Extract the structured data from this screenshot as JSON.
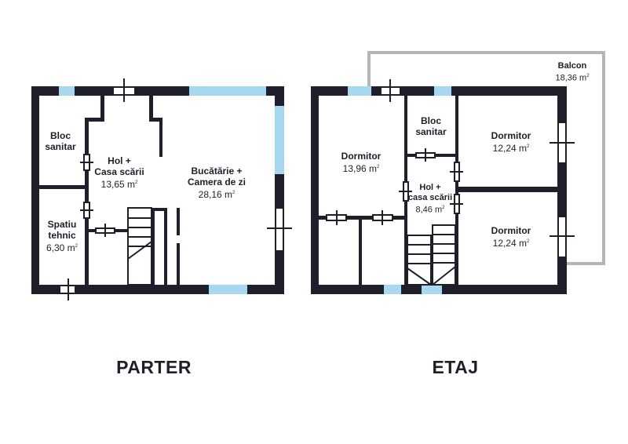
{
  "colors": {
    "wall": "#1e1f2a",
    "window": "#a8d8f0",
    "balcony": "#b5b5b5"
  },
  "parter": {
    "title": "PARTER",
    "rooms": [
      {
        "name": "Bloc sanitar",
        "area": ""
      },
      {
        "name1": "Hol +",
        "name2": "Casa scării",
        "area": "13,65 m"
      },
      {
        "name1": "Bucătărie +",
        "name2": "Camera de zi",
        "area": "28,16 m"
      },
      {
        "name1": "Spatiu",
        "name2": "tehnic",
        "area": "6,30 m"
      }
    ]
  },
  "etaj": {
    "title": "ETAJ",
    "rooms": [
      {
        "name": "Dormitor",
        "area": "13,96 m"
      },
      {
        "name1": "Bloc",
        "name2": "sanitar"
      },
      {
        "name": "Dormitor",
        "area": "12,24 m"
      },
      {
        "name1": "Hol +",
        "name2": "casa scării",
        "area": "8,46 m"
      },
      {
        "name": "Dormitor",
        "area": "12,24 m"
      },
      {
        "name": "Balcon",
        "area": "18,36 m"
      }
    ]
  },
  "unit_sup": "2"
}
